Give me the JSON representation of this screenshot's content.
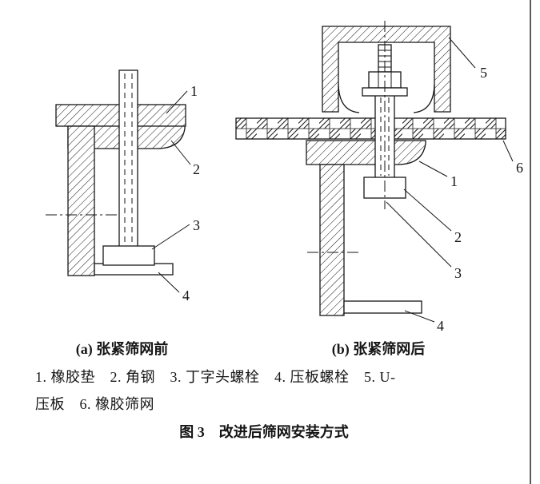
{
  "figure": {
    "caption_a": "(a) 张紧筛网前",
    "caption_b": "(b) 张紧筛网后",
    "legend_line1": "1. 橡胶垫　2. 角钢　3. 丁字头螺栓　4. 压板螺栓　5. U-",
    "legend_line2": "压板　6. 橡胶筛网",
    "title": "图 3　改进后筛网安装方式",
    "parts": {
      "1": "橡胶垫",
      "2": "角钢",
      "3": "丁字头螺栓",
      "4": "压板螺栓",
      "5": "U-压板",
      "6": "橡胶筛网"
    },
    "labels": {
      "n1": "1",
      "n2": "2",
      "n3": "3",
      "n4": "4",
      "n5": "5",
      "n6": "6"
    },
    "colors": {
      "ink": "#161616",
      "paper": "#ffffff"
    }
  }
}
